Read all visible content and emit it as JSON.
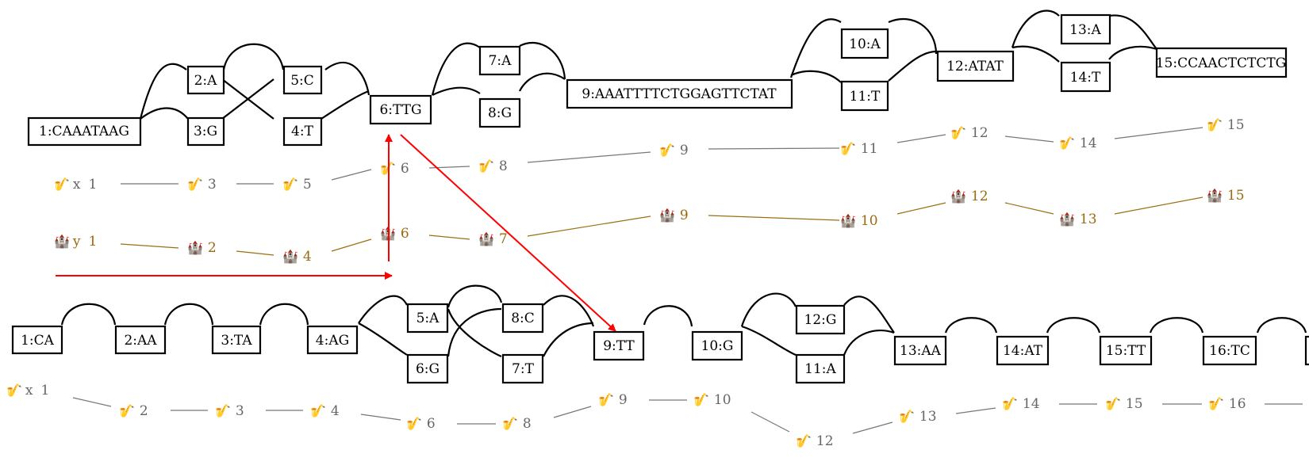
{
  "top_graph": {
    "nodes": [
      {
        "id": "t1",
        "label": "1:CAAATAAG"
      },
      {
        "id": "t2",
        "label": "2:A"
      },
      {
        "id": "t3",
        "label": "3:G"
      },
      {
        "id": "t4",
        "label": "4:T"
      },
      {
        "id": "t5",
        "label": "5:C"
      },
      {
        "id": "t6",
        "label": "6:TTG"
      },
      {
        "id": "t7",
        "label": "7:A"
      },
      {
        "id": "t8",
        "label": "8:G"
      },
      {
        "id": "t9",
        "label": "9:AAATTTTCTGGAGTTCTAT"
      },
      {
        "id": "t10",
        "label": "10:A"
      },
      {
        "id": "t11",
        "label": "11:T"
      },
      {
        "id": "t12",
        "label": "12:ATAT"
      },
      {
        "id": "t13",
        "label": "13:A"
      },
      {
        "id": "t14",
        "label": "14:T"
      },
      {
        "id": "t15",
        "label": "15:CCAACTCTCTG"
      }
    ],
    "paths": {
      "x": {
        "name": "x",
        "icon": "saxophone-icon",
        "steps": [
          "1",
          "3",
          "5",
          "6",
          "8",
          "9",
          "11",
          "12",
          "14",
          "15"
        ]
      },
      "y": {
        "name": "y",
        "icon": "castle-icon",
        "steps": [
          "1",
          "2",
          "4",
          "6",
          "7",
          "9",
          "10",
          "12",
          "13",
          "15"
        ]
      }
    }
  },
  "bottom_graph": {
    "nodes": [
      {
        "id": "b1",
        "label": "1:CA"
      },
      {
        "id": "b2",
        "label": "2:AA"
      },
      {
        "id": "b3",
        "label": "3:TA"
      },
      {
        "id": "b4",
        "label": "4:AG"
      },
      {
        "id": "b5",
        "label": "5:A"
      },
      {
        "id": "b6",
        "label": "6:G"
      },
      {
        "id": "b7",
        "label": "7:T"
      },
      {
        "id": "b8",
        "label": "8:C"
      },
      {
        "id": "b9",
        "label": "9:TT"
      },
      {
        "id": "b10",
        "label": "10:G"
      },
      {
        "id": "b11",
        "label": "11:A"
      },
      {
        "id": "b12",
        "label": "12:G"
      },
      {
        "id": "b13",
        "label": "13:AA"
      },
      {
        "id": "b14",
        "label": "14:AT"
      },
      {
        "id": "b15",
        "label": "15:TT"
      },
      {
        "id": "b16",
        "label": "16:TC"
      }
    ],
    "paths": {
      "x": {
        "name": "x",
        "icon": "saxophone-icon",
        "steps": [
          "1",
          "2",
          "3",
          "4",
          "6",
          "8",
          "9",
          "10",
          "12",
          "13",
          "14",
          "15",
          "16"
        ]
      }
    }
  },
  "icons": {
    "saxophone": "🎷",
    "castle": "🏰"
  },
  "colors": {
    "path_x": "#777777",
    "path_y": "#9b6f12",
    "arrow": "#ff0000",
    "node_stroke": "#000000"
  }
}
